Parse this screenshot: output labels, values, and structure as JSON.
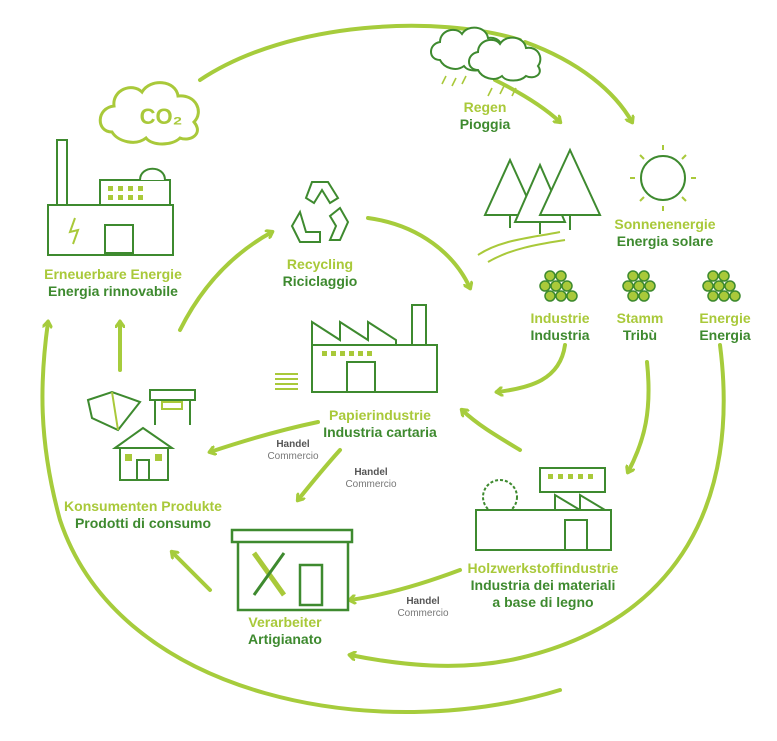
{
  "colors": {
    "dark_green": "#3e8a2f",
    "lime": "#a9c93a",
    "line": "#a6cc3c",
    "trade_de": "#555555",
    "trade_it": "#7a7a7a"
  },
  "co2": "CO₂",
  "nodes": {
    "rain": {
      "de": "Regen",
      "it": "Pioggia"
    },
    "solar": {
      "de": "Sonnenenergie",
      "it": "Energia solare"
    },
    "industry": {
      "de": "Industrie",
      "it": "Industria"
    },
    "trunk": {
      "de": "Stamm",
      "it": "Tribù"
    },
    "energy": {
      "de": "Energie",
      "it": "Energia"
    },
    "renewable": {
      "de": "Erneuerbare Energie",
      "it": "Energia rinnovabile"
    },
    "recycling": {
      "de": "Recycling",
      "it": "Riciclaggio"
    },
    "paper": {
      "de": "Papierindustrie",
      "it": "Industria cartaria"
    },
    "wood": {
      "de": "Holzwerkstoffindustrie",
      "it_line1": "Industria dei materiali",
      "it_line2": "a base di legno"
    },
    "consumer": {
      "de": "Konsumenten Produkte",
      "it": "Prodotti di consumo"
    },
    "craft": {
      "de": "Verarbeiter",
      "it": "Artigianato"
    }
  },
  "trade_labels": [
    {
      "de": "Handel",
      "it": "Commercio"
    },
    {
      "de": "Handel",
      "it": "Commercio"
    },
    {
      "de": "Handel",
      "it": "Commercio"
    }
  ],
  "icons": [
    "cloud-icon",
    "rain-cloud-icon",
    "sun-icon",
    "trees-icon",
    "log-pile-icon",
    "power-plant-icon",
    "recycling-icon",
    "paper-factory-icon",
    "wood-factory-icon",
    "book-icon",
    "furniture-icon",
    "house-icon",
    "toolbox-icon"
  ]
}
